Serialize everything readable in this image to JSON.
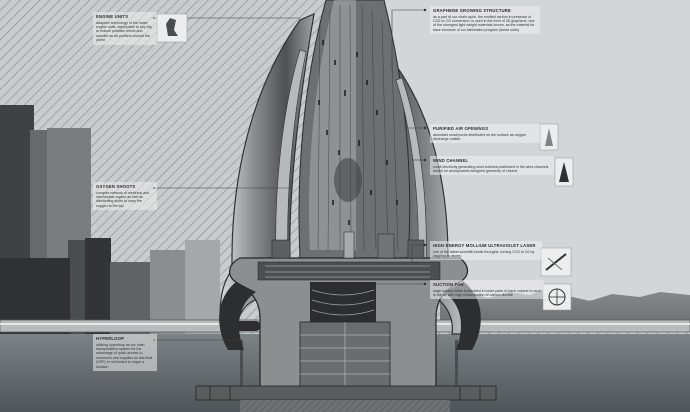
{
  "annotations": [
    {
      "id": "engine-units",
      "title": "ENGINE UNITS",
      "body": "adaptive technology of the tower engine units, deployable to any city to reduce pollution levels and operate as air purifiers around the world"
    },
    {
      "id": "graphene-growing-structure",
      "title": "GRAPHENE GROWING STRUCTURE",
      "body": "as a part of our chain cycle, the emitted carbon in presence of CO2 or CO conversion, is used in the form of 3D graphene, one of the strongest light weight materials known, as the material for base structure of our fabrication program (dome units)"
    },
    {
      "id": "purified-air-openings",
      "title": "PURIFIED AIR OPENINGS",
      "body": "abundant small pores distributed on the surface as oxygen discharge outlets"
    },
    {
      "id": "wind-channel",
      "title": "WIND CHANNEL",
      "body": "small electricity generating wind turbines positioned in the wind channels based on aerodynamic designed geometry of volume"
    },
    {
      "id": "oxygen-shoots",
      "title": "OXYGEN SHOOTS",
      "body": "complex network of electrical and mechanical organs as well as distributing ducts to carry the oxygen to the top"
    },
    {
      "id": "high-energy-laser",
      "title": "HIGH ENERGY MOLLIUM ULTRAVIOLET LASER",
      "body": "one of the latest scientific break throughs, turning CO2 to O2 by zapping its atoms"
    },
    {
      "id": "suction-fan",
      "title": "SUCTION FAN",
      "body": "large suction inlets embedded in lower parts of each volume to suck in the air with high concentration of carbon dioxide"
    },
    {
      "id": "hyperloop",
      "title": "HYPERLOOP",
      "body": "utilizing hyperloop as our main transportation system for the advantage of quick access to resources and supplies as fast float (GFP) in not limited to target a location"
    }
  ]
}
